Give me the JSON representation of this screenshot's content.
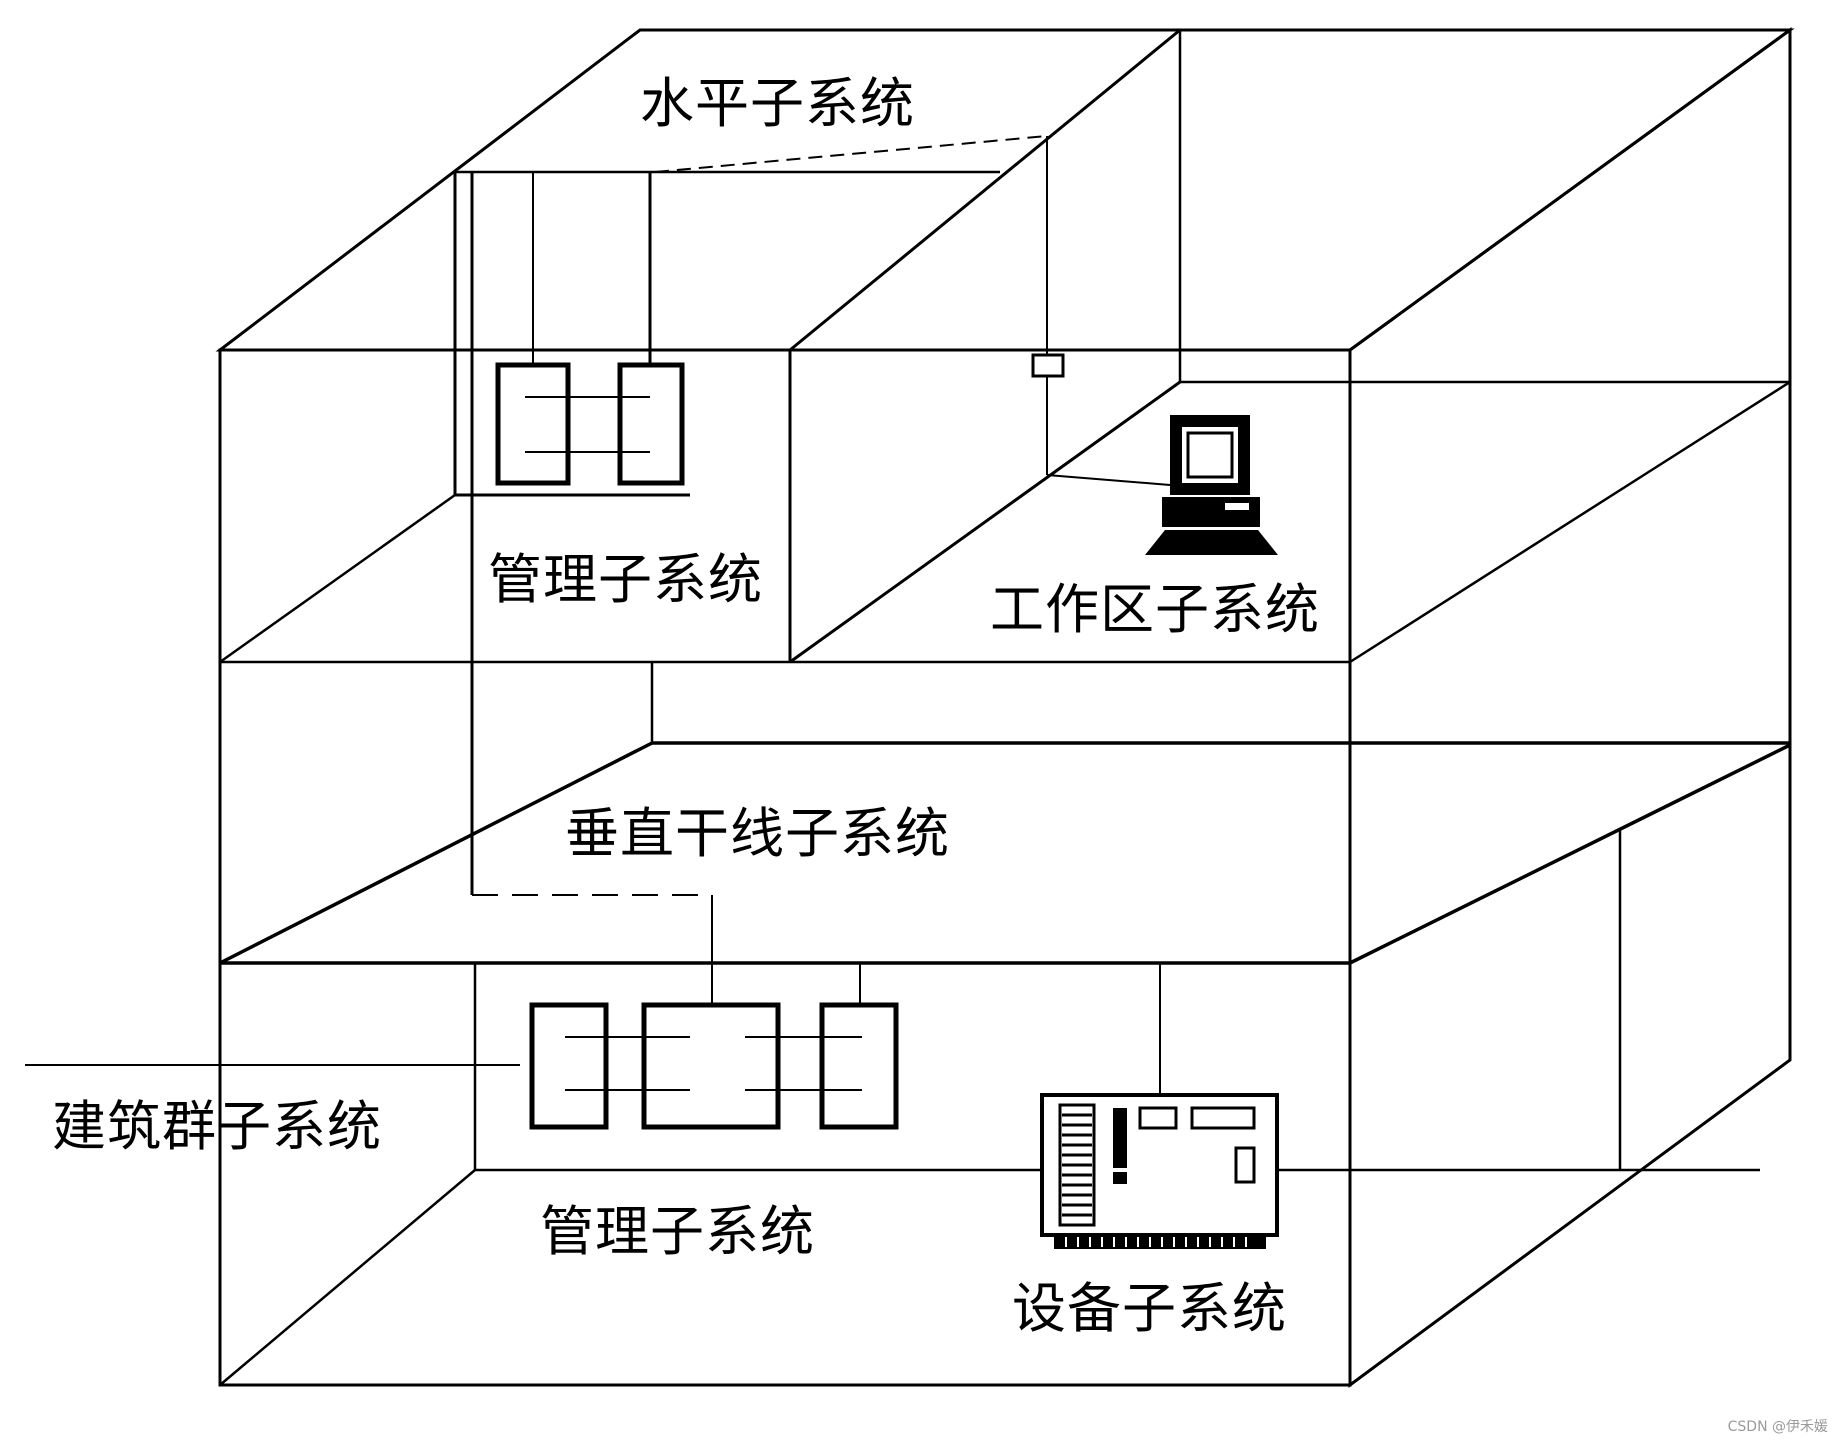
{
  "labels": {
    "horizontal": "水平子系统",
    "management_top": "管理子系统",
    "work_area": "工作区子系统",
    "vertical": "垂直干线子系统",
    "campus": "建筑群子系统",
    "management_bottom": "管理子系统",
    "equipment": "设备子系统"
  },
  "watermark": "CSDN @伊禾媛"
}
